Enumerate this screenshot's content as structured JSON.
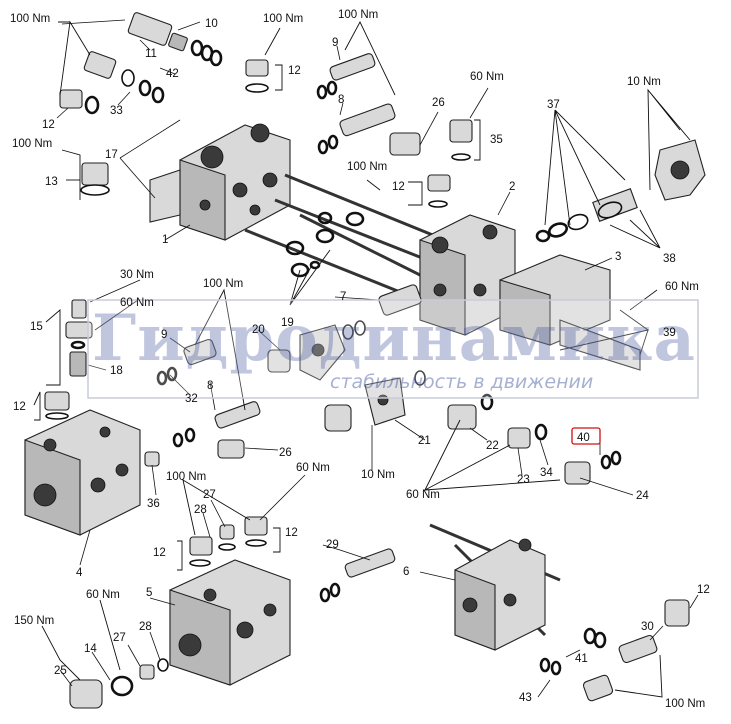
{
  "diagram": {
    "labels": {
      "n1": "1",
      "n2": "2",
      "n3": "3",
      "n4": "4",
      "n5": "5",
      "n6": "6",
      "n7": "7",
      "n8a": "8",
      "n8b": "8",
      "n9a": "9",
      "n9b": "9",
      "n10": "10",
      "n11": "11",
      "n12a": "12",
      "n12b": "12",
      "n12c": "12",
      "n12d": "12",
      "n12e": "12",
      "n12f": "12",
      "n12g": "12",
      "n13": "13",
      "n14": "14",
      "n15": "15",
      "n17": "17",
      "n18": "18",
      "n19": "19",
      "n20": "20",
      "n21": "21",
      "n22": "22",
      "n23": "23",
      "n24": "24",
      "n25": "25",
      "n26a": "26",
      "n26b": "26",
      "n27a": "27",
      "n27b": "27",
      "n28a": "28",
      "n28b": "28",
      "n29": "29",
      "n30": "30",
      "n32": "32",
      "n33": "33",
      "n34": "34",
      "n35": "35",
      "n36": "36",
      "n37": "37",
      "n38": "38",
      "n39": "39",
      "n40": "40",
      "n41": "41",
      "n42": "42",
      "n43": "43"
    },
    "torques": {
      "t1": "100 Nm",
      "t2": "100 Nm",
      "t3": "100 Nm",
      "t4": "100 Nm",
      "t5": "100 Nm",
      "t6": "100 Nm",
      "t7": "100 Nm",
      "t8": "100 Nm",
      "t9": "60 Nm",
      "t10": "10 Nm",
      "t11": "30 Nm",
      "t12": "60 Nm",
      "t13": "60 Nm",
      "t14": "10 Nm",
      "t15": "60 Nm",
      "t16": "60 Nm",
      "t17": "60 Nm",
      "t18": "150 Nm"
    },
    "highlight_color": "#d01010"
  },
  "watermark": {
    "title": "Гидродинамика",
    "slogan": "стабильность в движении"
  }
}
